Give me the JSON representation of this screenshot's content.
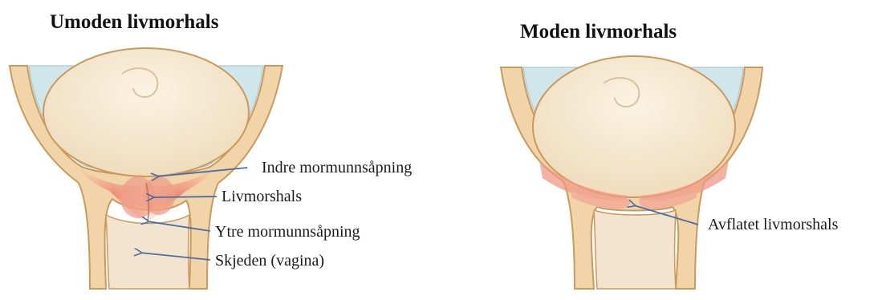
{
  "titles": {
    "immature": "Umoden livmorhals",
    "mature": "Moden livmorhals"
  },
  "labels": {
    "internal_os": "Indre mormunnsåpning",
    "cervix": "Livmorshals",
    "external_os": "Ytre mormunnsåpning",
    "vagina": "Skjeden (vagina)",
    "effaced_cervix": "Avflatet livmorshals"
  },
  "colors": {
    "uterine_wall": "#f1d5a8",
    "wall_outline": "#c99a5c",
    "amnion": "#cfe6ea",
    "fetal_head": "#f7ecd6",
    "cervix_tissue": "#ef9a86",
    "vagina": "#f3e4cf",
    "arrow": "#4a6da8"
  }
}
